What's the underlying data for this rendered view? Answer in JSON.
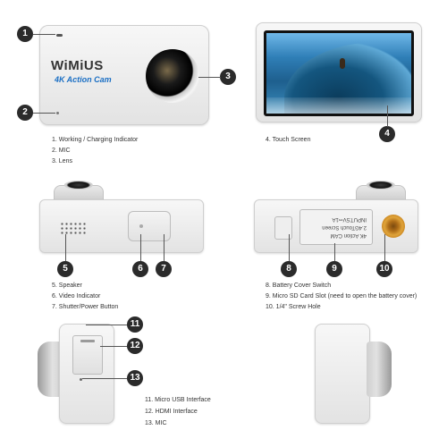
{
  "brand": {
    "name": "WiMiUS",
    "model": "4K Action Cam"
  },
  "legend_front": [
    "1. Working / Charging Indicator",
    "2. MIC",
    "3. Lens"
  ],
  "legend_back": [
    "4. Touch Screen"
  ],
  "legend_top": [
    "5. Speaker",
    "6. Video Indicator",
    "7. Shutter/Power Button"
  ],
  "legend_bottom": [
    "8. Battery Cover Switch",
    "9. Micro SD Card Slot (need to open the battery cover)",
    "10. 1/4\" Screw Hole"
  ],
  "legend_side": [
    "11. Micro USB Interface",
    "12. HDMI Interface",
    "13. MIC"
  ],
  "battery_label": [
    "4K Action CAM",
    "2.4GTouch Screen",
    "INPUT:5V⎓1A"
  ],
  "markers": [
    "1",
    "2",
    "3",
    "4",
    "5",
    "6",
    "7",
    "8",
    "9",
    "10",
    "11",
    "12",
    "13"
  ],
  "colors": {
    "marker": "#2b2b2b",
    "brand_blue": "#1b6fc4",
    "screw": "#d89b2a"
  }
}
